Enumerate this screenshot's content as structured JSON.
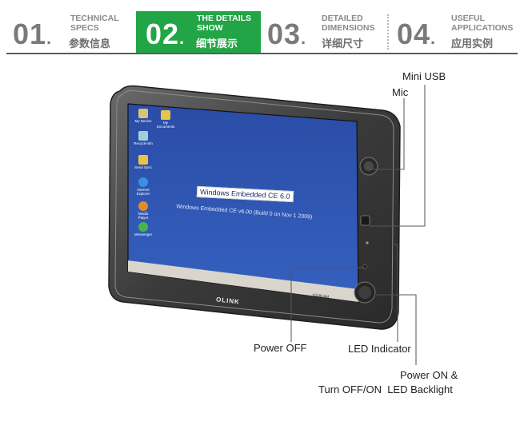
{
  "tabs": [
    {
      "num": "01",
      "en": "TECHNICAL\nSPECS",
      "cn": "参数信息",
      "active": false
    },
    {
      "num": "02",
      "en": "THE DETAILS\nSHOW",
      "cn": "细节展示",
      "active": true
    },
    {
      "num": "03",
      "en": "DETAILED\nDIMENSIONS",
      "cn": "详细尺寸",
      "active": false
    },
    {
      "num": "04",
      "en": "USEFUL\nAPPLICATIONS",
      "cn": "应用实例",
      "active": false
    }
  ],
  "screen": {
    "banner": "Windows Embedded CE 6.0",
    "version": "Windows Embedded CE v6.00 (Build 0 on Nov  1 2009)",
    "icons": [
      {
        "label": "My Device",
        "icon": "computer-icon"
      },
      {
        "label": "My Documents",
        "icon": "folder-icon"
      },
      {
        "label": "Recycle Bin",
        "icon": "recycle-bin-icon"
      },
      {
        "label": "Send Sync",
        "icon": "folder-icon"
      },
      {
        "label": "Internet Explorer",
        "icon": "internet-explorer-icon"
      },
      {
        "label": "Media Player",
        "icon": "media-player-icon"
      },
      {
        "label": "Messenger",
        "icon": "messenger-icon"
      }
    ],
    "taskbar_time": "10:08 AM"
  },
  "brand": "OLINK",
  "callouts": {
    "mini_usb": "Mini USB",
    "mic": "Mic",
    "power_off": "Power OFF",
    "led_indicator": "LED Indicator",
    "power_on_line1": "Power ON &",
    "power_on_line2": "Turn OFF/ON  LED Backlight"
  },
  "colors": {
    "accent": "#22a546",
    "desktop": "#2c4fa6",
    "bezel": "#3b3b3b"
  }
}
